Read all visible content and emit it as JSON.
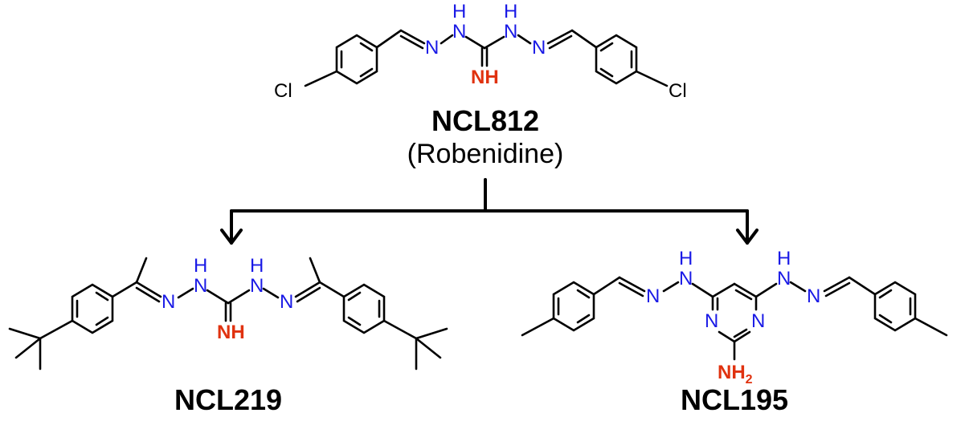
{
  "top": {
    "name": "NCL812",
    "subname": "(Robenidine)",
    "atoms": {
      "cl_left": "Cl",
      "n_left": "N",
      "h_left": "H",
      "nh_left": "N",
      "h_right": "H",
      "nh_right": "N",
      "n_right": "N",
      "imine": "NH",
      "cl_right": "Cl"
    }
  },
  "left": {
    "name": "NCL219",
    "atoms": {
      "n_left": "N",
      "h_left": "H",
      "nh_left": "N",
      "h_right": "H",
      "nh_right": "N",
      "n_right": "N",
      "imine": "NH"
    }
  },
  "right": {
    "name": "NCL195",
    "atoms": {
      "h_left": "H",
      "nh_left": "N",
      "n_left": "N",
      "h_right": "H",
      "nh_right": "N",
      "n_right": "N",
      "ring_n_left": "N",
      "ring_n_right": "N",
      "amine": "NH",
      "amine_sub": "2"
    }
  },
  "colors": {
    "nitrogen": "#1a1ae6",
    "highlight": "#e0320f",
    "bond": "#000000"
  }
}
